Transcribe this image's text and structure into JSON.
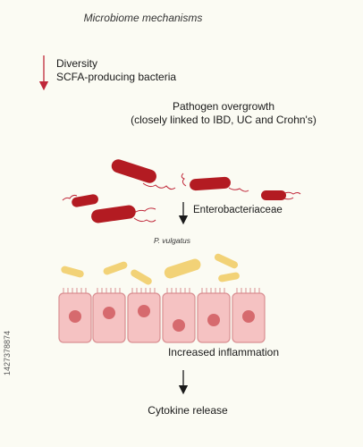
{
  "title": "Microbiome mechanisms",
  "diversity": {
    "line1": "Diversity",
    "line2": "SCFA-producing bacteria"
  },
  "pathogen": {
    "line1": "Pathogen overgrowth",
    "line2": "(closely linked to IBD, UC and Crohn's)"
  },
  "enterobacteriaceae": "Enterobacteriaceae",
  "p_vulgatus": "P. vulgatus",
  "inflammation": "Increased inflammation",
  "cytokine": "Cytokine release",
  "watermark": "1427378874",
  "colors": {
    "red_arrow": "#c0283a",
    "pathogen": "#b31b22",
    "flagella": "#c0283a",
    "commensal": "#f2d277",
    "cell_fill": "#f5c2c2",
    "cell_stroke": "#d98f92",
    "nucleus": "#d66a6e"
  }
}
